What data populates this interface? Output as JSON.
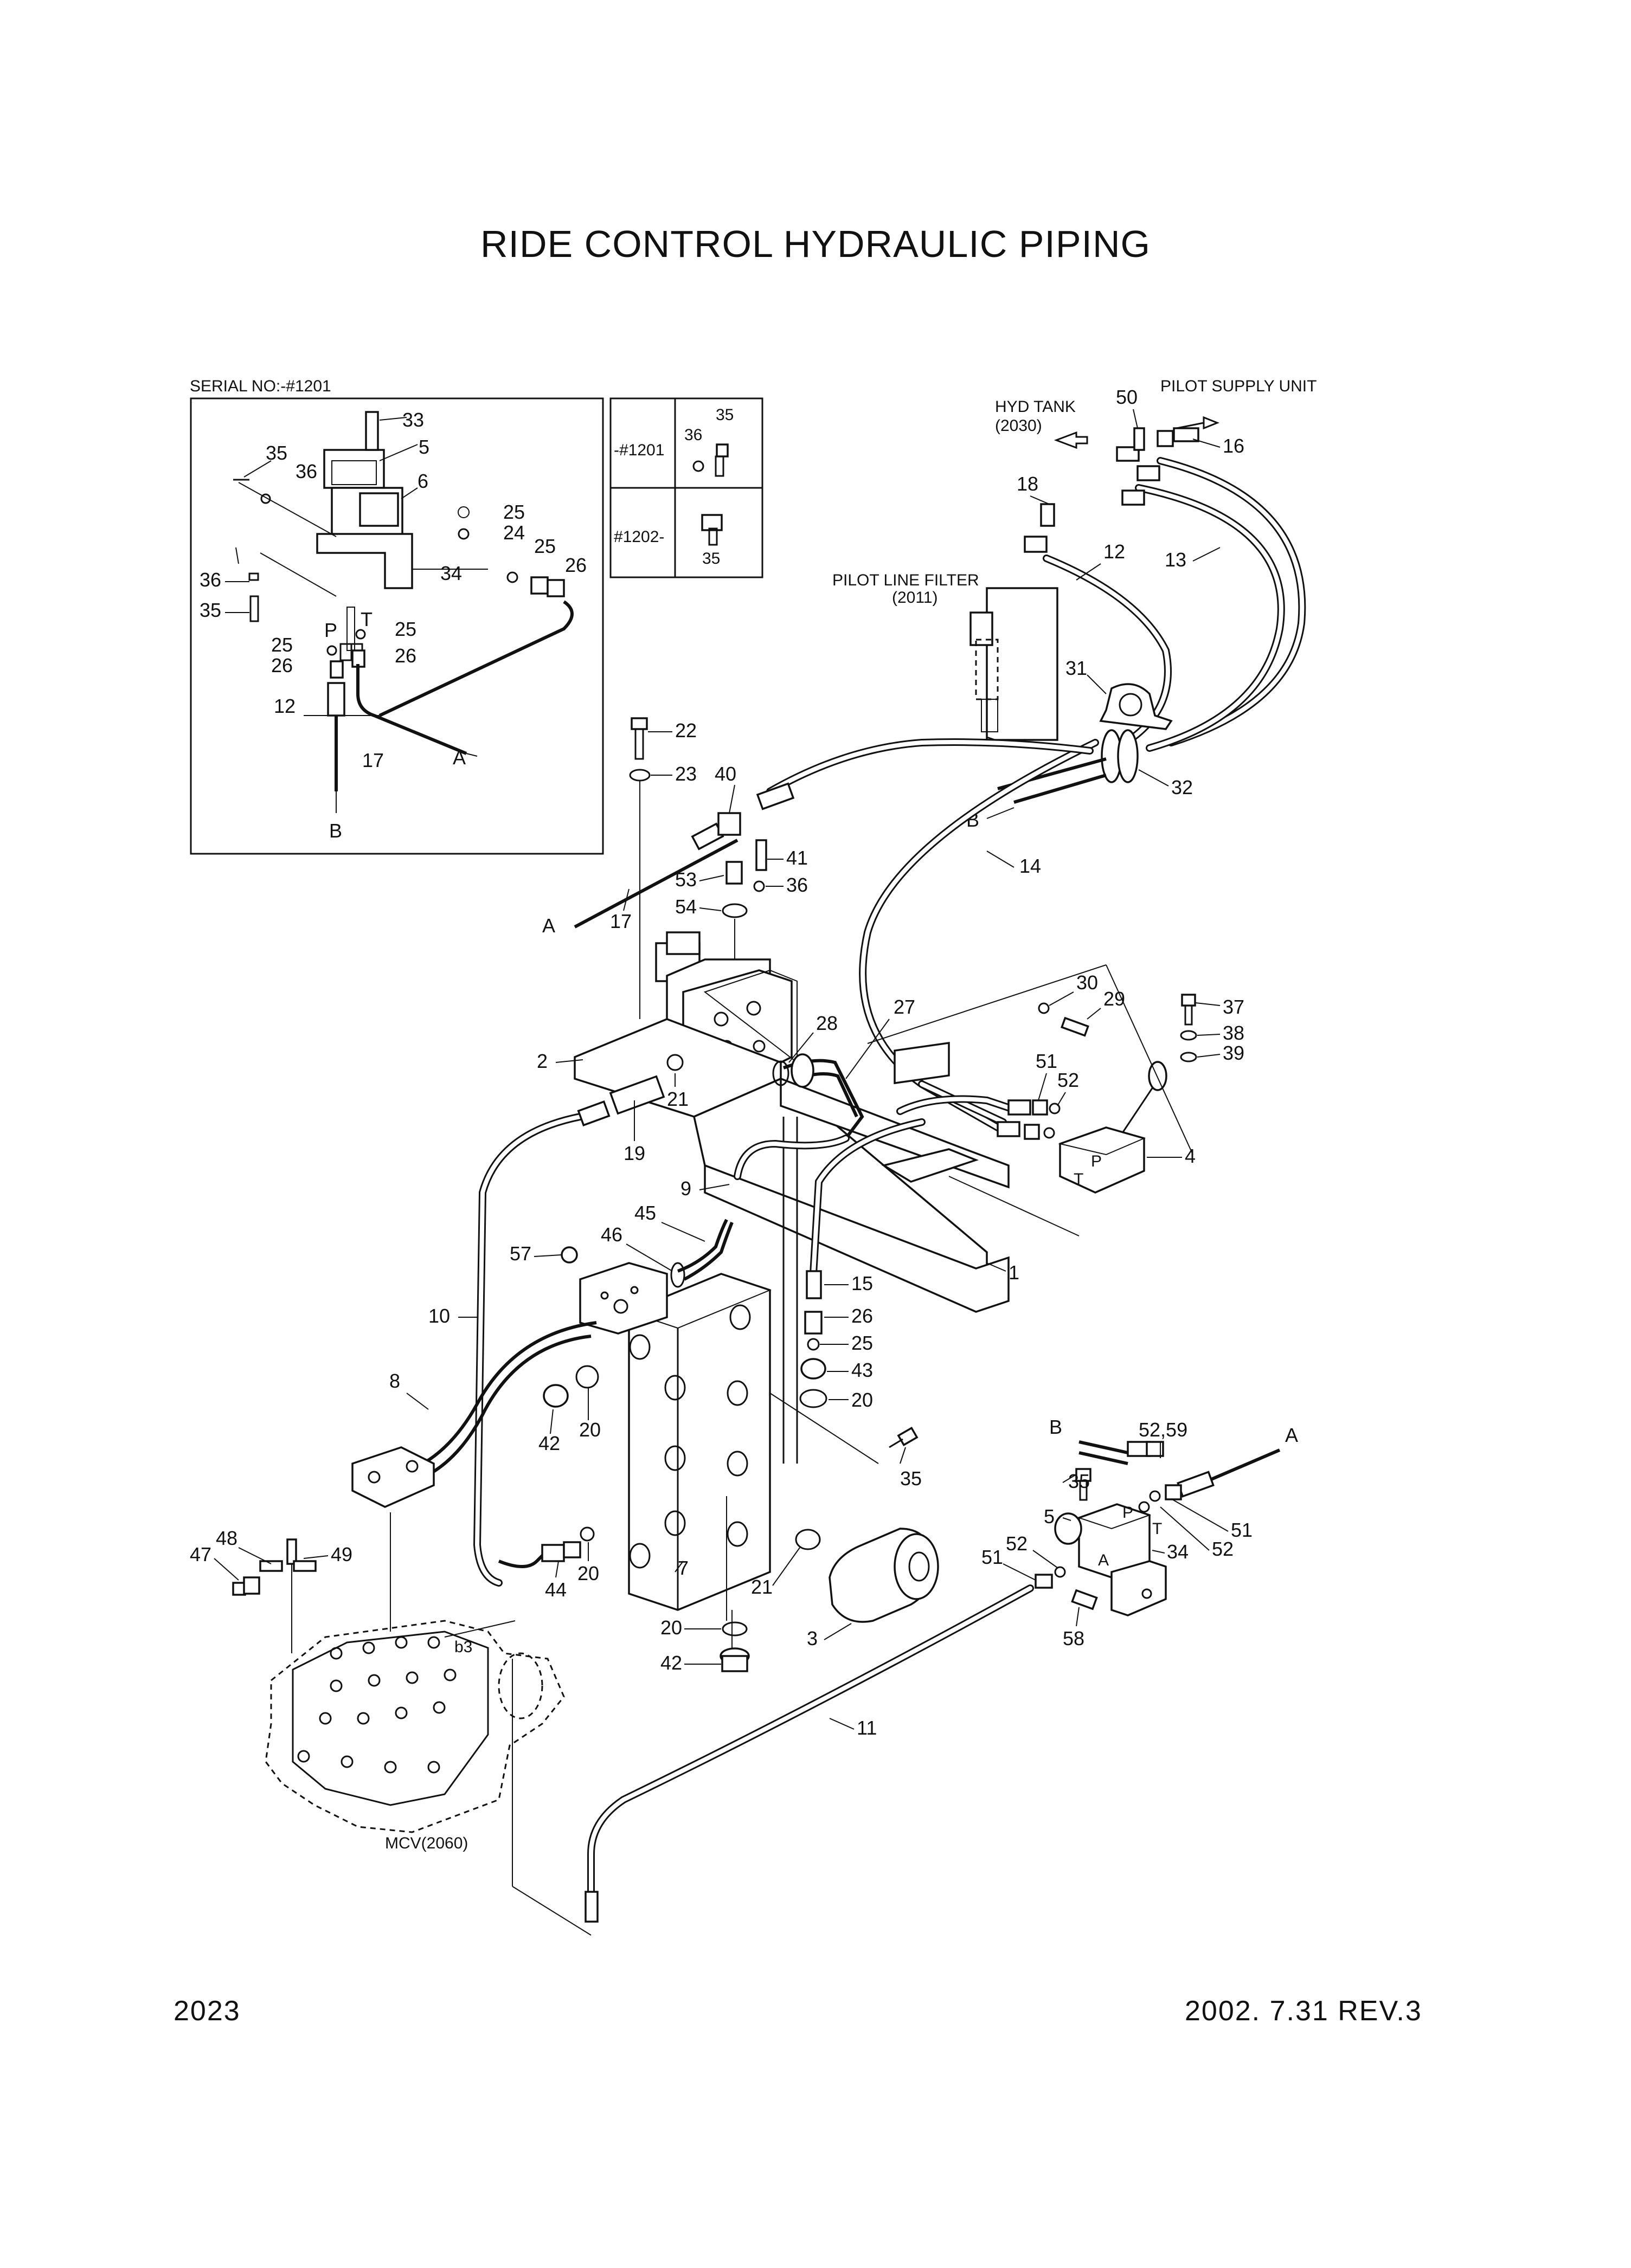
{
  "title": "RIDE CONTROL HYDRAULIC PIPING",
  "page_number": "2023",
  "revision": "2002. 7.31  REV.3",
  "inset": {
    "serial_note": "SERIAL NO:-#1201",
    "callouts": [
      "33",
      "5",
      "35",
      "36",
      "6",
      "25",
      "24",
      "25",
      "26",
      "36",
      "34",
      "35",
      "25",
      "T",
      "P",
      "25",
      "26",
      "26",
      "12",
      "17",
      "A",
      "B"
    ]
  },
  "variant_table": {
    "rows": [
      {
        "serial": "-#1201",
        "parts": [
          "36",
          "35"
        ]
      },
      {
        "serial": "#1202-",
        "parts": [
          "35"
        ]
      }
    ]
  },
  "annotations": {
    "hyd_tank": "HYD TANK",
    "hyd_tank_ref": "(2030)",
    "pilot_supply": "PILOT SUPPLY UNIT",
    "pilot_filter": "PILOT LINE FILTER",
    "pilot_filter_ref": "(2011)",
    "mcv": "MCV(2060)",
    "mcv_port": "b3"
  },
  "callouts": {
    "c50": "50",
    "c16": "16",
    "c18": "18",
    "c12": "12",
    "c13": "13",
    "c31": "31",
    "c32": "32",
    "cB1": "B",
    "c14": "14",
    "c22": "22",
    "c23": "23",
    "c40": "40",
    "c41": "41",
    "c53": "53",
    "c36": "36",
    "c54": "54",
    "cA1": "A",
    "c17": "17",
    "c30": "30",
    "c29": "29",
    "c37": "37",
    "c38": "38",
    "c39": "39",
    "c27": "27",
    "c28": "28",
    "c2": "2",
    "c21a": "21",
    "c51": "51",
    "c52": "52",
    "cP1": "P",
    "cT1": "T",
    "c4": "4",
    "c19": "19",
    "c9": "9",
    "c45": "45",
    "c46": "46",
    "c57": "57",
    "c1": "1",
    "c15": "15",
    "c26": "26",
    "c25": "25",
    "c43": "43",
    "c20a": "20",
    "c10": "10",
    "c8": "8",
    "c42a": "42",
    "c20b": "20",
    "c35a": "35",
    "cB2": "B",
    "c5259": "52,59",
    "cA2": "A",
    "c35b": "35",
    "c5": "5",
    "cP2": "P",
    "cT2": "T",
    "c51b": "51",
    "c52b": "52",
    "c52c": "52",
    "c51c": "51",
    "c34": "34",
    "cA3": "A",
    "c58": "58",
    "c48": "48",
    "c47": "47",
    "c49": "49",
    "c20c": "20",
    "c44": "44",
    "c7": "7",
    "c21b": "21",
    "c20d": "20",
    "c42b": "42",
    "c3": "3",
    "c11": "11"
  }
}
